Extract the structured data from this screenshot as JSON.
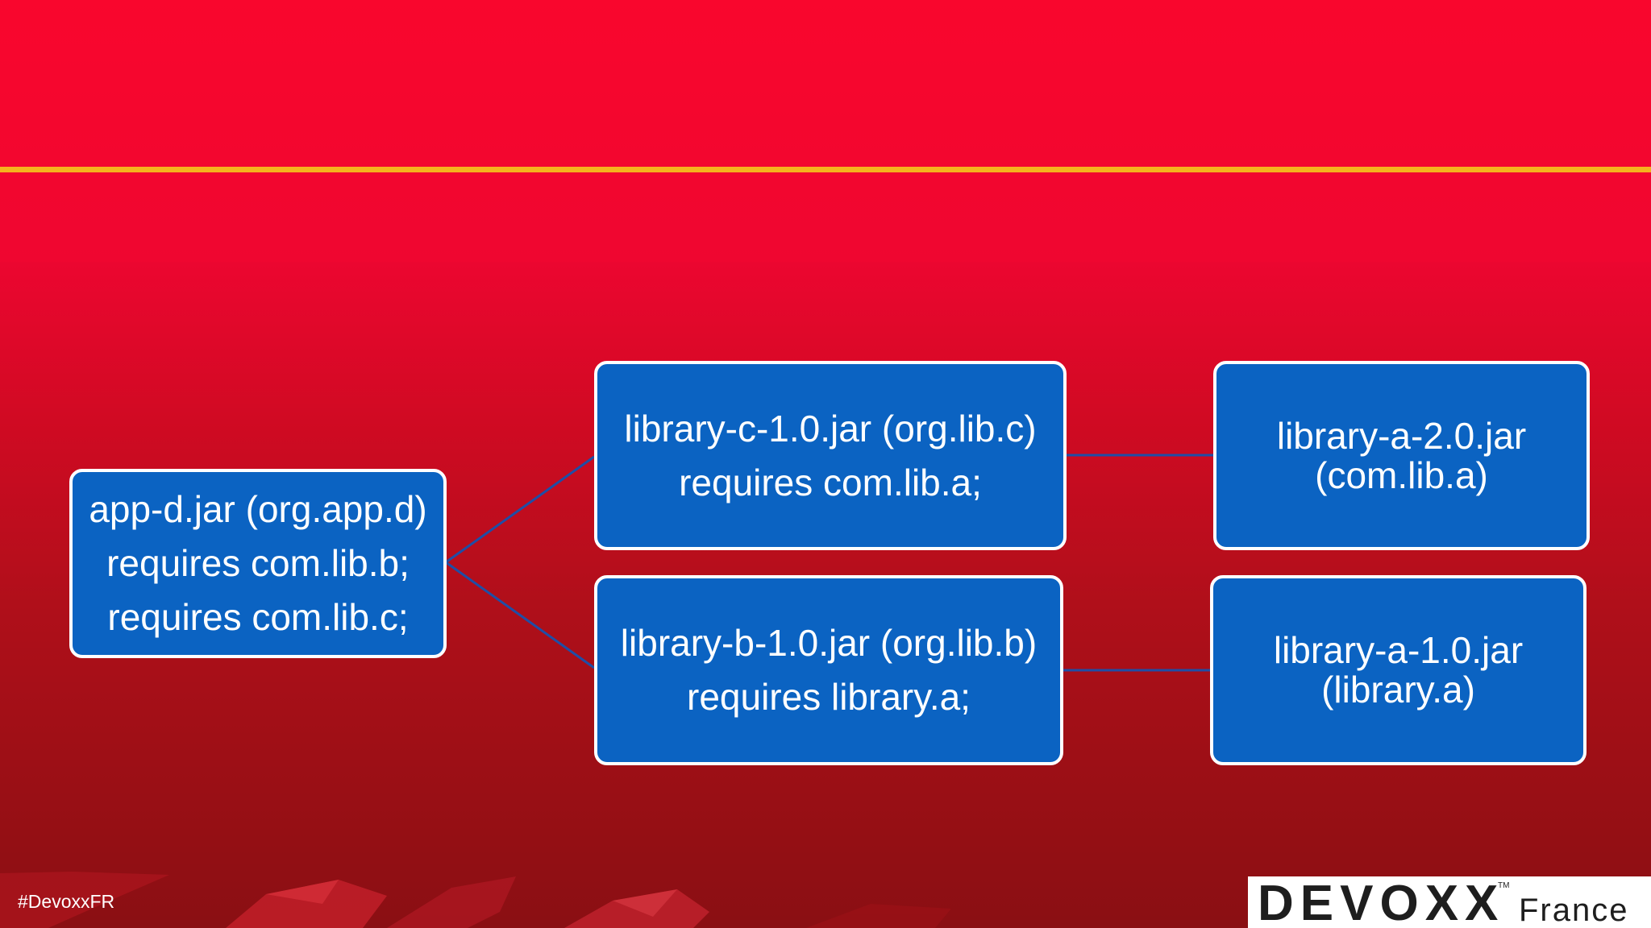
{
  "slide": {
    "hashtag": "#DevoxxFR"
  },
  "logo": {
    "brand": "DEVOXX",
    "trademark": "TM",
    "region": "France"
  },
  "colors": {
    "background_top": "#f5052c",
    "background_bottom": "#8a0f13",
    "accent_line": "#f5b21e",
    "box_fill": "#0b63c2",
    "box_border": "#ffffff",
    "connector": "#1f4ea6"
  },
  "diagram": {
    "app": {
      "lines": [
        "app-d.jar (org.app.d)",
        "requires com.lib.b;",
        "requires com.lib.c;"
      ]
    },
    "lib_c": {
      "lines": [
        "library-c-1.0.jar (org.lib.c)",
        "requires com.lib.a;"
      ]
    },
    "lib_b": {
      "lines": [
        "library-b-1.0.jar (org.lib.b)",
        "requires library.a;"
      ]
    },
    "lib_a2": {
      "lines": [
        "library-a-2.0.jar",
        "(com.lib.a)"
      ]
    },
    "lib_a1": {
      "lines": [
        "library-a-1.0.jar",
        "(library.a)"
      ]
    },
    "edges": [
      {
        "from": "app-d.jar",
        "to": "library-c-1.0.jar"
      },
      {
        "from": "app-d.jar",
        "to": "library-b-1.0.jar"
      },
      {
        "from": "library-c-1.0.jar",
        "to": "library-a-2.0.jar"
      },
      {
        "from": "library-b-1.0.jar",
        "to": "library-a-1.0.jar"
      }
    ]
  }
}
